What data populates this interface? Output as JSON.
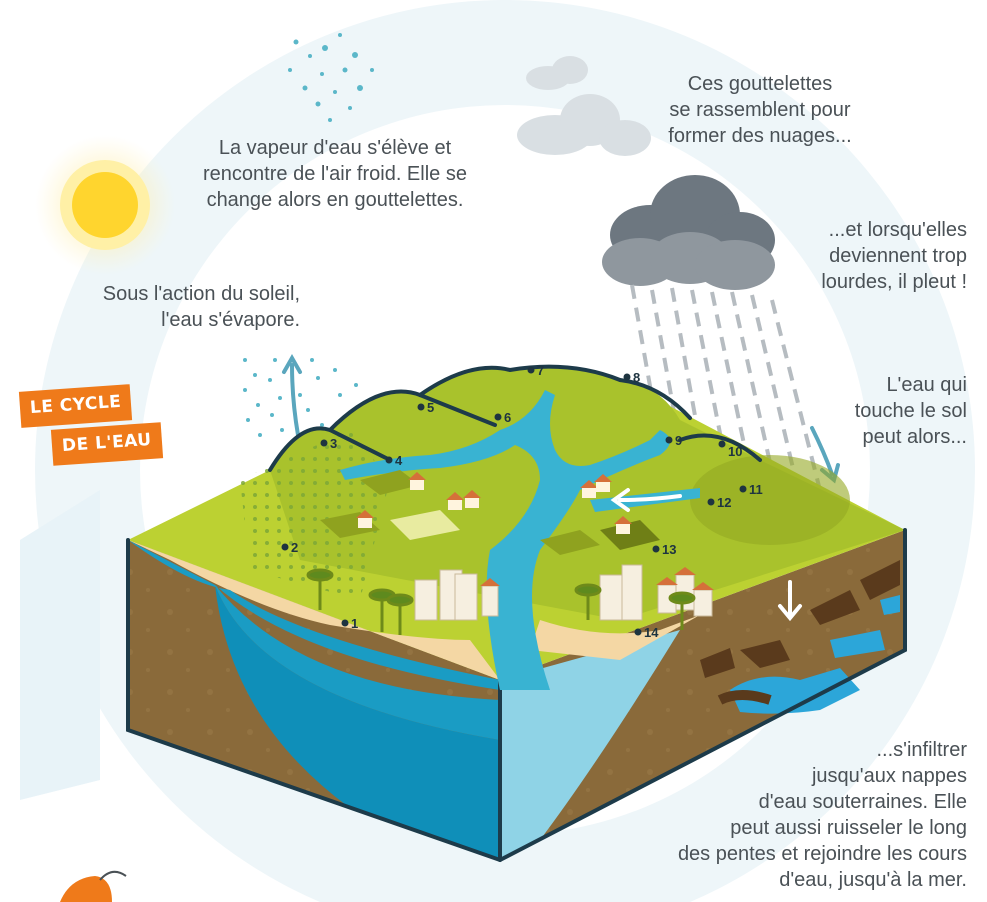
{
  "title": [
    "LE CYCLE",
    "DE L'EAU"
  ],
  "captions": {
    "evaporation": [
      "Sous l'action du soleil,",
      "l'eau s'évapore."
    ],
    "condensation": [
      "La vapeur d'eau s'élève et",
      "rencontre de l'air froid. Elle se",
      "change alors en gouttelettes."
    ],
    "clouds": [
      "Ces gouttelettes",
      "se rassemblent pour",
      "former des nuages..."
    ],
    "rain": [
      "...et lorsqu'elles",
      "deviennent trop",
      "lourdes, il pleut !"
    ],
    "ground": [
      "L'eau qui",
      "touche le sol",
      "peut alors..."
    ],
    "infiltration": [
      "...s'infiltrer",
      "jusqu'aux nappes",
      "d'eau souterraines. Elle",
      "peut aussi ruisseler le long",
      "des pentes et rejoindre les cours",
      "d'eau, jusqu'à la mer."
    ]
  },
  "markers": [
    "1",
    "2",
    "3",
    "4",
    "5",
    "6",
    "7",
    "8",
    "9",
    "10",
    "11",
    "12",
    "13",
    "14"
  ],
  "colors": {
    "halo": "#e8f3f8",
    "grass": "#bcd132",
    "grass_dark": "#8fa21f",
    "soil": "#8a6a3a",
    "sea": "#1a9cc4",
    "water": "#39b3d2",
    "outline": "#1d3b4a",
    "sun": "#ffd52e",
    "accent": "#ef7a1a"
  }
}
